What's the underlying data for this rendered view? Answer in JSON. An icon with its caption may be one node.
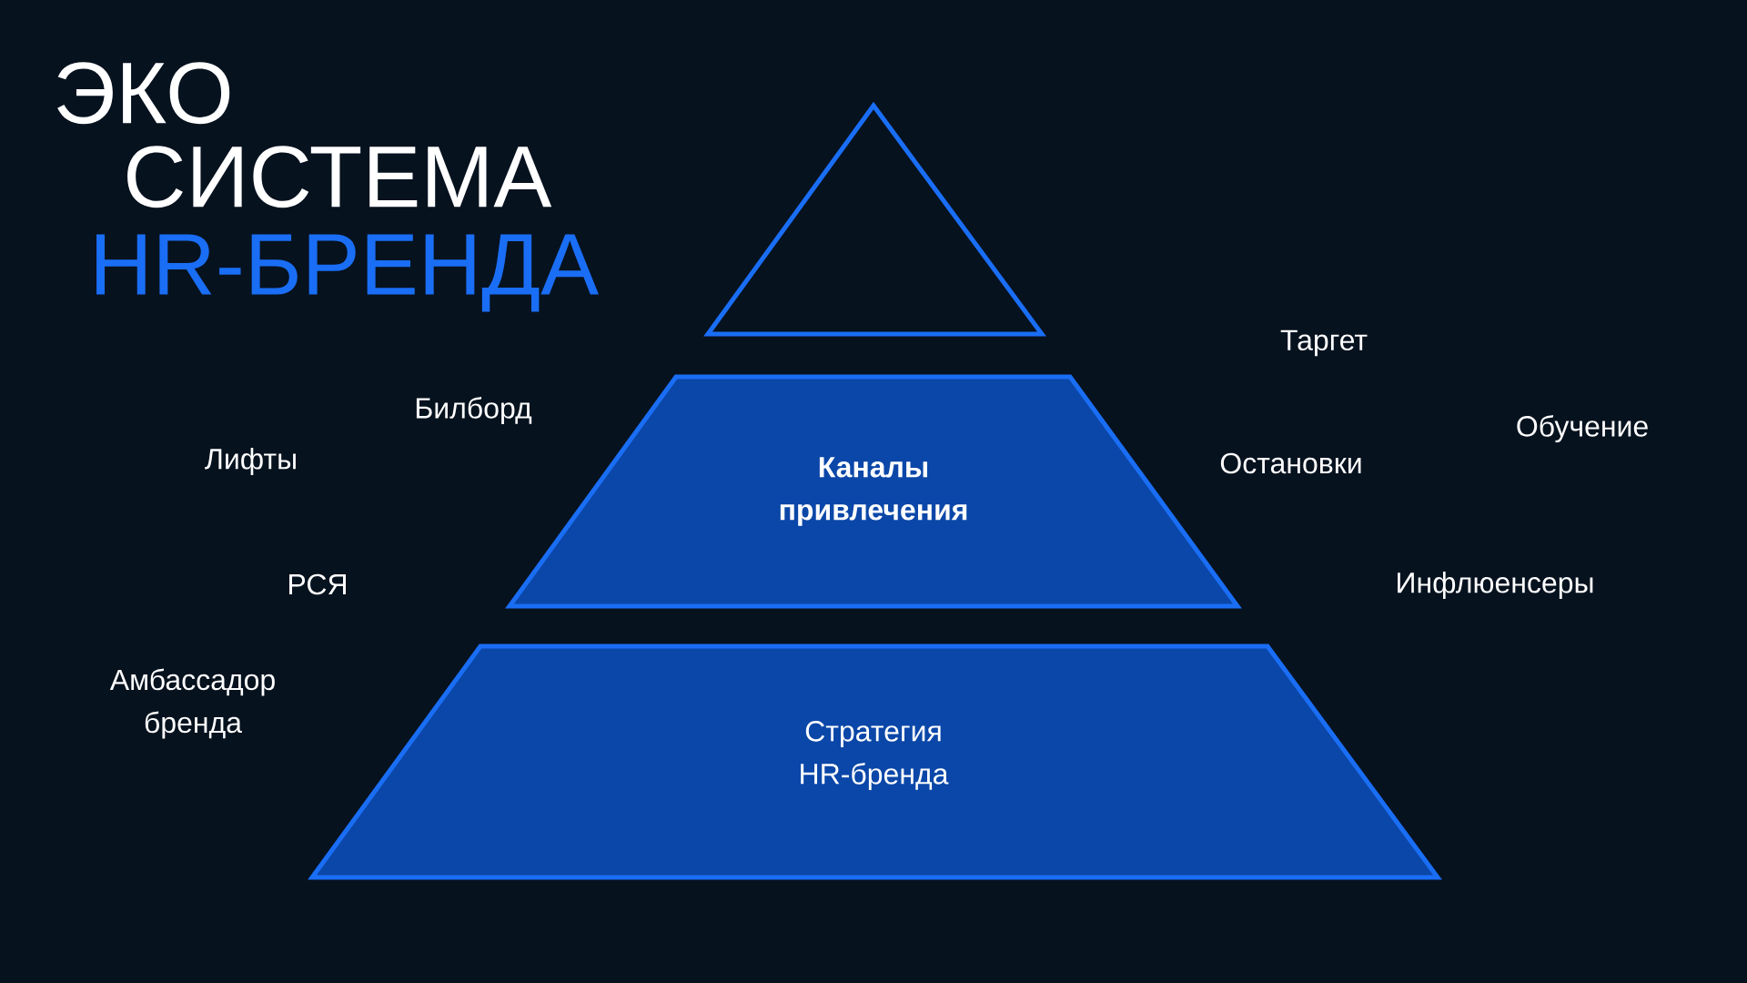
{
  "diagram": {
    "title": "ЭКО СИСТЕМА",
    "nodes": [
      {
        "text": [],
        "shape": "triangle"
      },
      {
        "text": [
          "**Каналы привлечения**"
        ]
      },
      {
        "text": [
          "Стратегия HR-бренда"
        ]
      }
    ],
    "labels": [
      "HR-БРЕНДА",
      "Таргет",
      "Билборд",
      "Обучение",
      "Лифты",
      "Остановки",
      "РСЯ",
      "Инфлюенсеры",
      "Амбассадор бренда"
    ]
  }
}
